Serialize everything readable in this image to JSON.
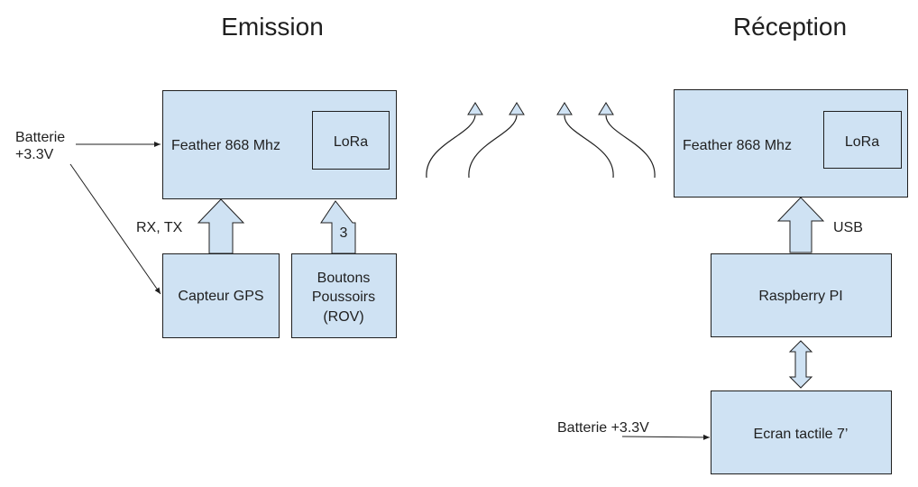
{
  "titles": {
    "emission": "Emission",
    "reception": "Réception"
  },
  "emission": {
    "feather": "Feather 868 Mhz",
    "lora": "LoRa",
    "battery_line1": "Batterie",
    "battery_line2": "+3.3V",
    "gps_link_label": "RX, TX",
    "gps": "Capteur GPS",
    "buttons_link_label": "3",
    "buttons_line1": "Boutons",
    "buttons_line2": "Poussoirs",
    "buttons_line3": "(ROV)"
  },
  "reception": {
    "feather": "Feather 868 Mhz",
    "lora": "LoRa",
    "usb_label": "USB",
    "raspberry": "Raspberry PI",
    "screen": "Ecran tactile 7’",
    "battery": "Batterie +3.3V"
  },
  "colors": {
    "box_fill": "#cfe2f3",
    "stroke": "#1f1f1f"
  }
}
